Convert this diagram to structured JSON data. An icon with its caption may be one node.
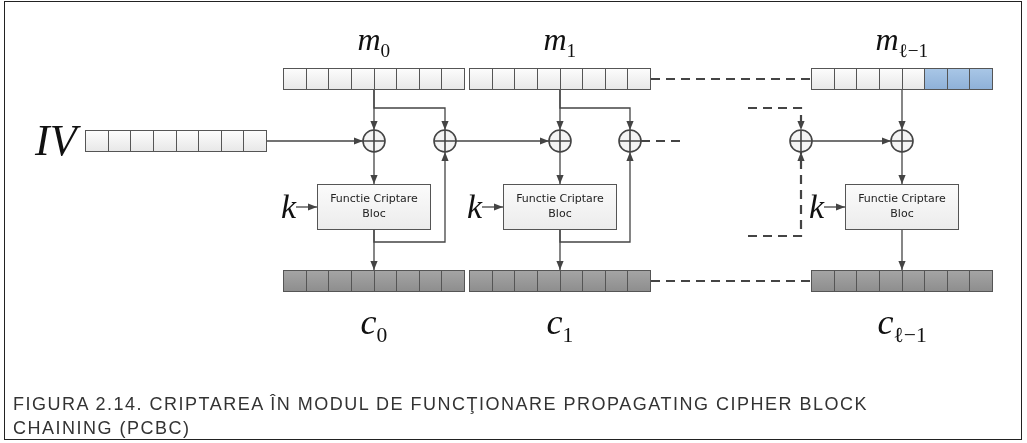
{
  "diagram": {
    "caption": "FIGURA 2.14. CRIPTAREA ÎN MODUL DE FUNCŢIONARE PROPAGATING CIPHER BLOCK CHAINING (PCBC)",
    "nodes": [
      {
        "text": [
          "m$_{0}$"
        ]
      },
      {
        "text": [
          "m$_{1}$"
        ]
      },
      {
        "text": [
          "m$_{ℓ−1}$"
        ]
      },
      {
        "text": [
          "IV"
        ]
      },
      {
        "text": [],
        "shape": "circle"
      },
      {
        "text": [],
        "shape": "circle"
      },
      {
        "text": [
          "Functie Criptare Bloc"
        ]
      },
      {
        "text": [
          "k"
        ]
      },
      {
        "text": [],
        "shape": "circle"
      },
      {
        "text": [],
        "shape": "circle"
      },
      {
        "text": [
          "Functie Criptare Bloc"
        ]
      },
      {
        "text": [
          "k"
        ]
      },
      {
        "text": [],
        "shape": "circle"
      },
      {
        "text": [],
        "shape": "circle"
      },
      {
        "text": [
          "Functie Criptare Bloc"
        ]
      },
      {
        "text": [
          "k"
        ]
      },
      {
        "text": [
          "c$_{0}$"
        ]
      },
      {
        "text": [
          "c$_{1}$"
        ]
      },
      {
        "text": [
          "c$_{ℓ−1}$"
        ]
      }
    ],
    "edges": [
      {
        "from": 0,
        "to": 4,
        "arrow": "to"
      },
      {
        "from": 0,
        "to": 5,
        "arrow": "to"
      },
      {
        "from": 3,
        "to": 4,
        "arrow": "to"
      },
      {
        "from": 4,
        "to": 6,
        "arrow": "to"
      },
      {
        "from": 7,
        "to": 6,
        "arrow": "to"
      },
      {
        "from": 6,
        "to": 16,
        "arrow": "to"
      },
      {
        "from": 6,
        "to": 5,
        "arrow": "to"
      },
      {
        "from": 5,
        "to": 8,
        "arrow": "to"
      },
      {
        "from": 1,
        "to": 8,
        "arrow": "to"
      },
      {
        "from": 1,
        "to": 9,
        "arrow": "to"
      },
      {
        "from": 8,
        "to": 10,
        "arrow": "to"
      },
      {
        "from": 11,
        "to": 10,
        "arrow": "to"
      },
      {
        "from": 10,
        "to": 17,
        "arrow": "to"
      },
      {
        "from": 10,
        "to": 9,
        "arrow": "to"
      },
      {
        "from": 9,
        "to": null,
        "arrow": "none",
        "style": "dashed"
      },
      {
        "from": null,
        "to": 12,
        "arrow": "to",
        "style": "dashed"
      },
      {
        "from": null,
        "to": 12,
        "arrow": "to",
        "style": "dashed"
      },
      {
        "from": 12,
        "to": 13,
        "arrow": "to"
      },
      {
        "from": 2,
        "to": 13,
        "arrow": "to"
      },
      {
        "from": 13,
        "to": 14,
        "arrow": "to"
      },
      {
        "from": 15,
        "to": 14,
        "arrow": "to"
      },
      {
        "from": 14,
        "to": 18,
        "arrow": "to"
      },
      {
        "from": 1,
        "to": 2,
        "arrow": "none",
        "style": "dashed"
      },
      {
        "from": 17,
        "to": 18,
        "arrow": "none",
        "style": "dashed"
      }
    ]
  }
}
